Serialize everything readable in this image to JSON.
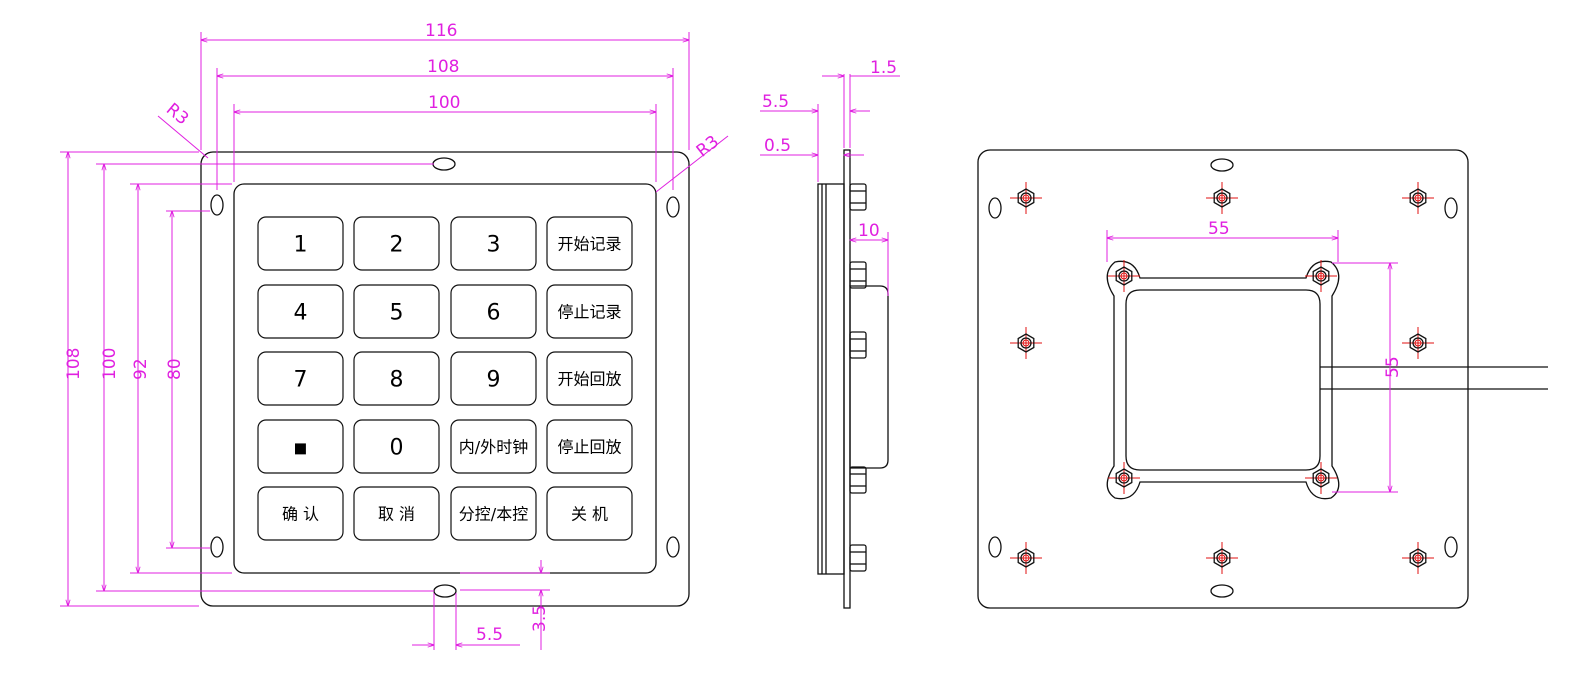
{
  "front_view": {
    "dimensions": {
      "width_overall": "116",
      "width_holes": "108",
      "width_panel": "100",
      "height_overall": "108",
      "height_holes": "100",
      "height_panel": "92",
      "height_inner": "80",
      "radius_left": "R3",
      "radius_right": "R3",
      "slot_width": "5.5",
      "slot_offset": "3.5"
    },
    "keys": [
      [
        "1",
        "2",
        "3",
        "开始记录"
      ],
      [
        "4",
        "5",
        "6",
        "停止记录"
      ],
      [
        "7",
        "8",
        "9",
        "开始回放"
      ],
      [
        "▪",
        "0",
        "内/外时钟",
        "停止回放"
      ],
      [
        "确 认",
        "取 消",
        "分控/本控",
        "关 机"
      ]
    ]
  },
  "side_view": {
    "dimensions": {
      "plate": "1.5",
      "depth": "5.5",
      "gap": "0.5",
      "component": "10"
    }
  },
  "back_view": {
    "dimensions": {
      "frame_width": "55",
      "frame_height": "55"
    }
  }
}
